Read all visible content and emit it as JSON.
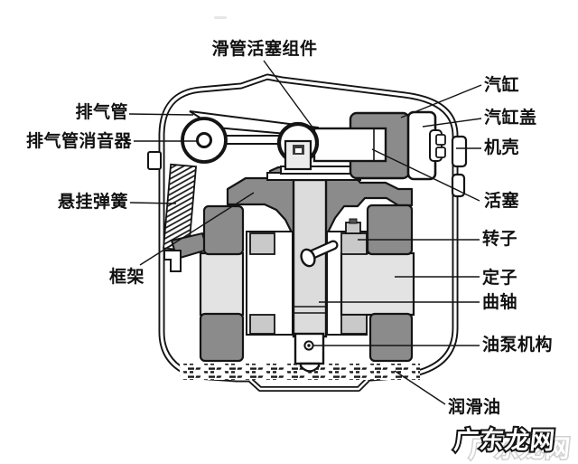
{
  "watermark": {
    "text": "广东龙网"
  },
  "colors": {
    "outline": "#141414",
    "dark_gray": "#8b8b8b",
    "light_gray": "#e3e3e3",
    "mid_gray": "#c9c9c9",
    "shaft_gray": "#dcdcdc",
    "watermark_ghost": "#c6c6c6"
  },
  "labels": [
    {
      "id": "slide-tube-piston-assembly",
      "text": "滑管活塞组件"
    },
    {
      "id": "discharge-pipe",
      "text": "排气管"
    },
    {
      "id": "discharge-pipe-muffler",
      "text": "排气管消音器"
    },
    {
      "id": "suspension-spring",
      "text": "悬挂弹簧"
    },
    {
      "id": "frame",
      "text": "框架"
    },
    {
      "id": "cylinder",
      "text": "汽缸"
    },
    {
      "id": "cylinder-head",
      "text": "汽缸盖"
    },
    {
      "id": "shell",
      "text": "机壳"
    },
    {
      "id": "piston",
      "text": "活塞"
    },
    {
      "id": "rotor",
      "text": "转子"
    },
    {
      "id": "stator",
      "text": "定子"
    },
    {
      "id": "crankshaft",
      "text": "曲轴"
    },
    {
      "id": "oil-pump-mechanism",
      "text": "油泵机构"
    },
    {
      "id": "lubricating-oil",
      "text": "润滑油"
    }
  ]
}
